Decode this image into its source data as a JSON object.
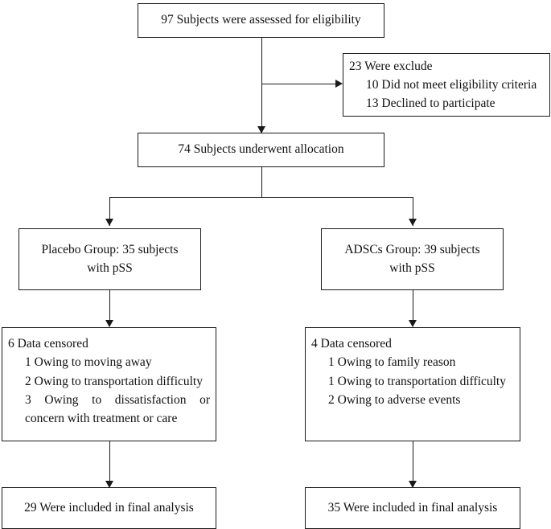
{
  "diagram": {
    "type": "flowchart",
    "title": "CONSORT participant flow diagram",
    "line_color": "#1a1a1a",
    "background_color": "#ffffff",
    "nodes": {
      "enrollment": {
        "text": "97 Subjects were assessed for eligibility"
      },
      "excluded": {
        "heading": "23 Were exclude",
        "items": [
          "10 Did not meet eligibility criteria",
          "13 Declined to participate"
        ]
      },
      "allocation": {
        "text": "74 Subjects underwent allocation"
      },
      "placebo_group": {
        "line1": "Placebo Group: 35 subjects",
        "line2": "with pSS"
      },
      "adscs_group": {
        "line1": "ADSCs Group: 39 subjects",
        "line2": "with pSS"
      },
      "placebo_censored": {
        "heading": "6 Data censored",
        "items": [
          "1 Owing to moving away",
          "2 Owing to transportation difficulty"
        ],
        "wrapped_item": "3 Owing to dissatisfaction or concern with treatment or care"
      },
      "adscs_censored": {
        "heading": "4 Data censored",
        "items": [
          "1 Owing to family reason",
          "1 Owing to transportation difficulty",
          "2 Owing to adverse events"
        ]
      },
      "placebo_analysis": {
        "text": "29 Were included in final analysis"
      },
      "adscs_analysis": {
        "text": "35 Were included in final analysis"
      }
    }
  }
}
